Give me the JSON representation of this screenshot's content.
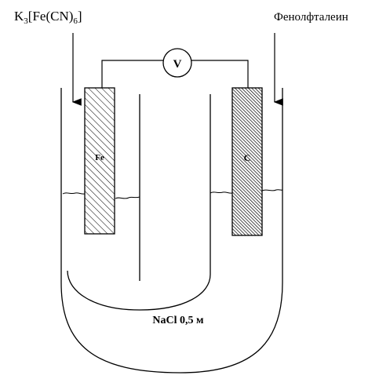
{
  "labels": {
    "left_reagent_main": "K",
    "left_reagent_sub1": "3",
    "left_reagent_mid": "[Fe(CN)",
    "left_reagent_sub2": "6",
    "left_reagent_end": "]",
    "right_reagent": "Фенолфталеин",
    "voltmeter": "V",
    "electrode_left": "Fe",
    "electrode_right": "C",
    "electrolyte": "NaCl 0,5 м"
  },
  "colors": {
    "line": "#000000",
    "background": "#ffffff"
  }
}
